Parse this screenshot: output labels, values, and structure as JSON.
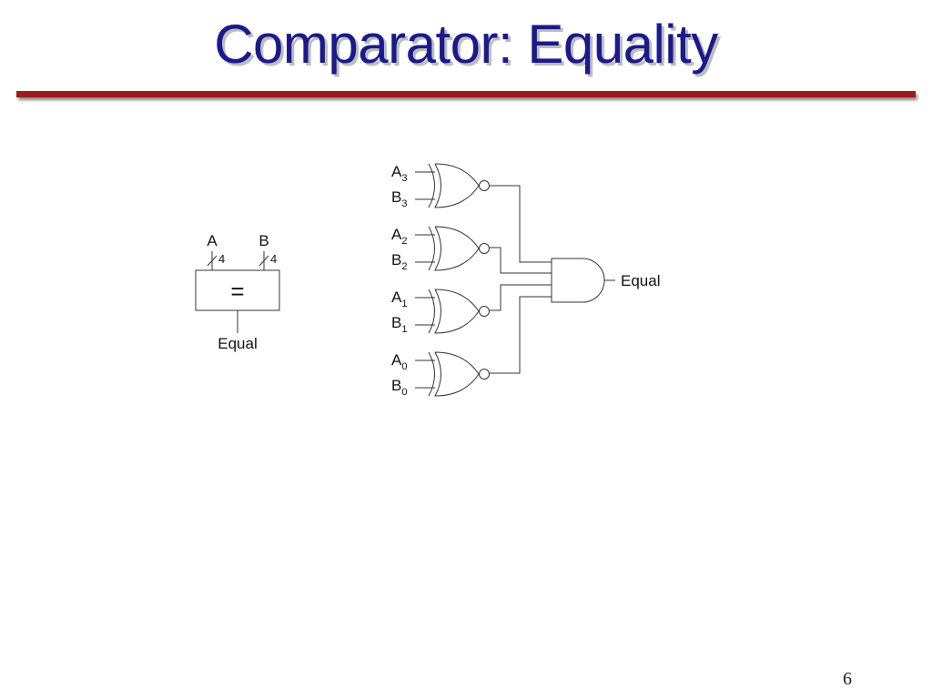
{
  "slide": {
    "title": "Comparator: Equality",
    "page_number": "6"
  },
  "symbol": {
    "input_a": "A",
    "input_b": "B",
    "bus_width_a": "4",
    "bus_width_b": "4",
    "operator": "=",
    "output": "Equal"
  },
  "circuit": {
    "gates": [
      {
        "a_label": "A",
        "a_sub": "3",
        "b_label": "B",
        "b_sub": "3"
      },
      {
        "a_label": "A",
        "a_sub": "2",
        "b_label": "B",
        "b_sub": "2"
      },
      {
        "a_label": "A",
        "a_sub": "1",
        "b_label": "B",
        "b_sub": "1"
      },
      {
        "a_label": "A",
        "a_sub": "0",
        "b_label": "B",
        "b_sub": "0"
      }
    ],
    "output": "Equal"
  }
}
